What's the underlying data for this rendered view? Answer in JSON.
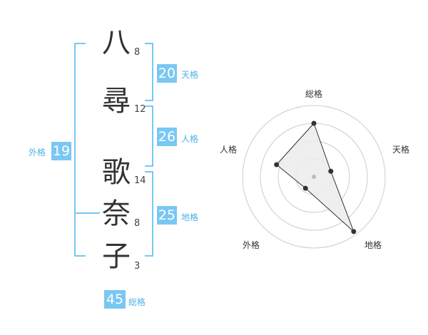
{
  "name": {
    "chars": [
      {
        "char": "八",
        "strokes": "8"
      },
      {
        "char": "尋",
        "strokes": "12"
      },
      {
        "char": "歌",
        "strokes": "14"
      },
      {
        "char": "奈",
        "strokes": "8"
      },
      {
        "char": "子",
        "strokes": "3"
      }
    ]
  },
  "kaku": {
    "tenkaku": {
      "value": "20",
      "label": "天格"
    },
    "jinkaku": {
      "value": "26",
      "label": "人格"
    },
    "chikaku": {
      "value": "25",
      "label": "地格"
    },
    "gaikaku": {
      "value": "19",
      "label": "外格"
    },
    "soukaku": {
      "value": "45",
      "label": "総格"
    }
  },
  "radar": {
    "axes": [
      "総格",
      "天格",
      "地格",
      "外格",
      "人格"
    ],
    "values": [
      0.75,
      0.25,
      0.95,
      0.2,
      0.55
    ],
    "colors": {
      "grid": "#cccccc",
      "fill": "#ececec",
      "line": "#333333",
      "center": "#bbbbbb"
    }
  }
}
